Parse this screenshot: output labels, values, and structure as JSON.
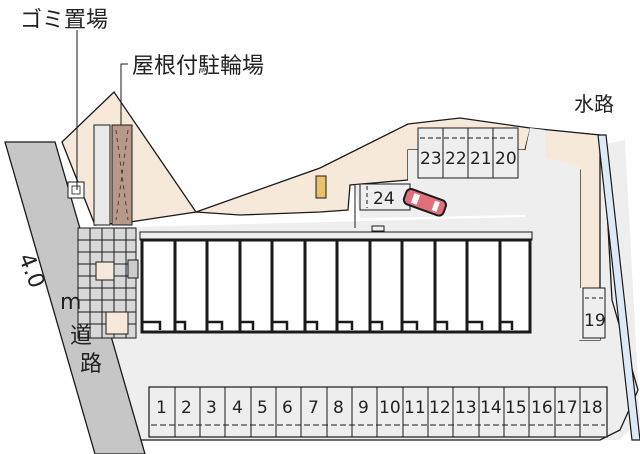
{
  "map": {
    "title": "Site plan / parking layout",
    "colors": {
      "road": "#c6c6c6",
      "lot": "#eeeeee",
      "garden": "#f7e9da",
      "bike_shelter": "#b8988a",
      "water": "#dde9f5",
      "car": "#e0707a",
      "building": "#ffffff",
      "line": "#1a1a1a"
    },
    "labels": {
      "garbage": "ゴミ置場",
      "bike_shelter": "屋根付駐輪場",
      "waterway": "水路",
      "road_width": "4.0",
      "road_unit": "m",
      "road_1": "道",
      "road_2": "路"
    },
    "parking_bottom": [
      "1",
      "2",
      "3",
      "4",
      "5",
      "6",
      "7",
      "8",
      "9",
      "10",
      "11",
      "12",
      "13",
      "14",
      "15",
      "16",
      "17",
      "18"
    ],
    "parking_top": [
      "23",
      "22",
      "21",
      "20"
    ],
    "parking_side": [
      "19"
    ],
    "parking_single": [
      "24"
    ],
    "building_units": 12
  }
}
